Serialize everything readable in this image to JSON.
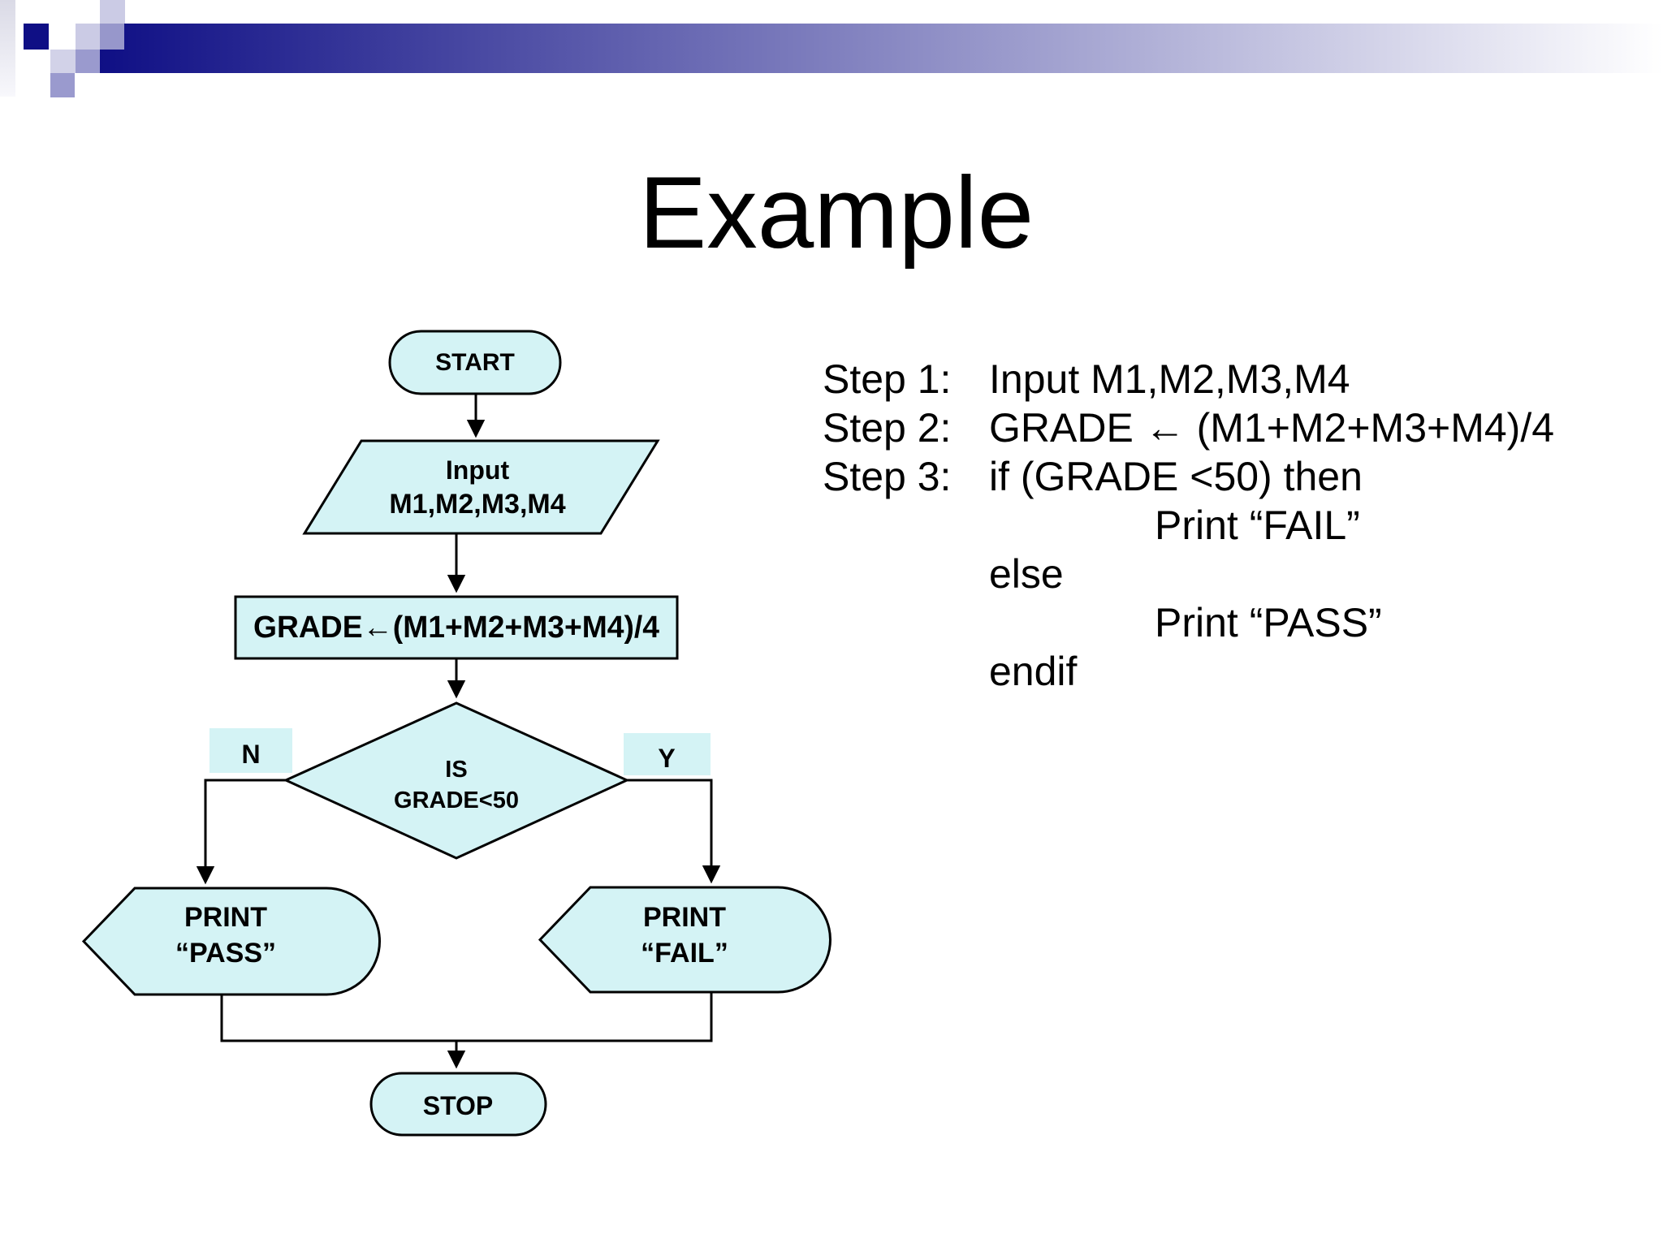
{
  "slide": {
    "title": "Example"
  },
  "colors": {
    "bar_navy": "#0f0f85",
    "bar_fade": "#ffffff",
    "square_navy": "#0f0f85",
    "square_lavender": "#cbcbe5",
    "square_lavender_light": "#d2d2e8",
    "square_slate": "#9797cb",
    "square_slate2": "#9a9ace",
    "strip_gray": "#dadae6",
    "strip_fade": "#f8f8fc",
    "shape_fill": "#d4f3f5",
    "line_color": "#000000",
    "text_color": "#000000"
  },
  "flowchart": {
    "start_label": "START",
    "input": {
      "line1": "Input",
      "line2": "M1,M2,M3,M4"
    },
    "process_label": "GRADE←(M1+M2+M3+M4)/4",
    "decision": {
      "line1": "IS",
      "line2": "GRADE<50"
    },
    "branch_no": "N",
    "branch_yes": "Y",
    "print_pass": {
      "line1": "PRINT",
      "line2": "“PASS”"
    },
    "print_fail": {
      "line1": "PRINT",
      "line2": "“FAIL”"
    },
    "stop_label": "STOP"
  },
  "pseudocode": {
    "lines": [
      {
        "label": "Step 1:",
        "text": "Input M1,M2,M3,M4",
        "indent": 0
      },
      {
        "label": "Step 2:",
        "text": "GRADE ← (M1+M2+M3+M4)/4",
        "indent": 0
      },
      {
        "label": "Step 3:",
        "text": "if (GRADE <50) then",
        "indent": 0
      },
      {
        "label": "",
        "text": "Print “FAIL”",
        "indent": 1
      },
      {
        "label": "",
        "text": "else",
        "indent": 0
      },
      {
        "label": "",
        "text": "Print “PASS”",
        "indent": 1
      },
      {
        "label": "",
        "text": "endif",
        "indent": 0
      }
    ]
  }
}
